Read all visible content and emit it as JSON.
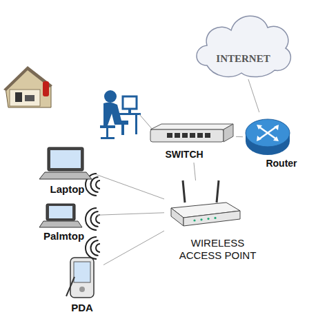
{
  "diagram": {
    "nodes": [
      {
        "text": [
          "INTERNET"
        ]
      },
      {
        "text": [
          "SWITCH"
        ]
      },
      {
        "text": [
          "Router"
        ]
      },
      {
        "text": [
          "Laptop"
        ]
      },
      {
        "text": [
          "Palmtop"
        ]
      },
      {
        "text": [
          "WIRELESS ACCESS POINT"
        ]
      },
      {
        "text": [
          "PDA"
        ]
      }
    ],
    "edges": [
      {
        "from": 0,
        "to": 2,
        "arrow": "none"
      },
      {
        "from": 1,
        "to": 2,
        "arrow": "none"
      },
      {
        "from": 1,
        "to": 5,
        "arrow": "none"
      },
      {
        "from": 3,
        "to": 5,
        "arrow": "none"
      },
      {
        "from": 4,
        "to": 5,
        "arrow": "none"
      },
      {
        "from": 6,
        "to": 5,
        "arrow": "none"
      }
    ]
  }
}
